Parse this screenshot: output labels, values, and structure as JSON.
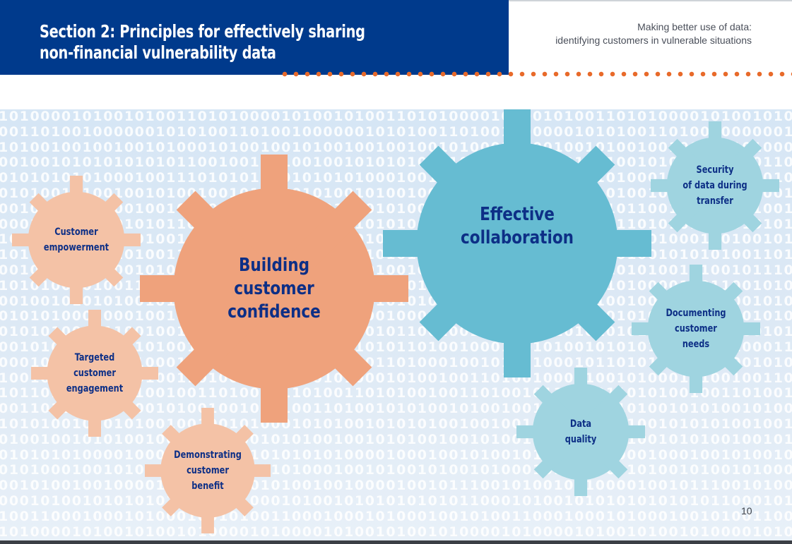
{
  "header": {
    "title_line1": "Section 2: Principles for effectively sharing",
    "title_line2": "non-financial vulnerability data",
    "subtitle_line1": "Making better use of data:",
    "subtitle_line2": "identifying customers in vulnerable situations",
    "banner_color": "#003a8c",
    "dot_color": "#e86a2a"
  },
  "background": {
    "pattern": "binary-digits",
    "rows": [
      "1010000101001010011010100001010010100110101000010100101001101010000101001010011",
      "0011010010000001010100110100100000010101001101001000000101010011010010000001010",
      "1010010010010010100010100100101001001001001010001010010010100100100100101000101",
      "0010010101010101011001001001001001010101010101100100100100100101010101010110010",
      "0101010101000100111010101010101010100010011101010101010101010001001110101010101",
      "0101001010010010100100101010010100101001001010010010101001010010100100101001001",
      "0010110010100100100101100101001011001010010010010110010100101100101001001001011",
      "0001010110101010110101011001010101101010101101010110010101011010101011010101100",
      "1010100100010010010101000100101010010001001001010100010010101001000100100101010",
      "1010100101010100110100010100111010010101010011010001010011101001010101001101000",
      "0010101010100101001011100101001010101001010010111001010010101010010100101110010",
      "1010100001001100101001000110101010000100110010100100011010101000010011001010010",
      "0010010101010010100001010000100100101010100101000010100001001001010101001010000",
      "0101010001000100101001010101010101000100010010100101010101010100010001001010010",
      "0101010010110010010101010101010101001011001001010101010101010100101100100101010",
      "0010101010101101001000110101001010101011010010001101010010101010110100100011010",
      "0001011010110100010010101100010110101101000100101011000101101011010001001010110",
      "1001010001010010011010010001100101000101001001101001000110010100010100100110100",
      "1011010011010100100110100101101001101010010011010010110100110101001001101001011",
      "0011010010101001010010010101001101001010100101001001010100110100101010010100100",
      "1010100101010100100100101000101010010101010010010010100010101001010101001001001",
      "0100100101010010010100100101010010010101001001010010010101001001010100100101001",
      "0101010100001000100101001010101010000100010010100101010101000010001001010010101",
      "0101000100101001010010100010100010010100101001010001010001001010010100101000101",
      "0010100100100001001011100101001001000010010111001010010010000100101110010100100",
      "0001010010101010101010110001010010101010101011000101001010101010101011000101001",
      "1001100010001010001001010011000100010100010010100110001000101000100101001100010",
      "1010000101001010010100001010000101001010010100001010000101001010010100001010000"
    ]
  },
  "gears": [
    {
      "id": "customer-empowerment",
      "lines": [
        "Customer",
        "empowerment"
      ],
      "color": "#f4c2a6"
    },
    {
      "id": "building-customer-confidence",
      "lines": [
        "Building",
        "customer",
        "confidence"
      ],
      "color": "#efa27c"
    },
    {
      "id": "targeted-customer-engagement",
      "lines": [
        "Targeted",
        "customer",
        "engagement"
      ],
      "color": "#f4c2a6"
    },
    {
      "id": "demonstrating-customer-benefit",
      "lines": [
        "Demonstrating",
        "customer",
        "benefit"
      ],
      "color": "#f4c2a6"
    },
    {
      "id": "effective-collaboration",
      "lines": [
        "Effective",
        "collaboration"
      ],
      "color": "#66bcd2"
    },
    {
      "id": "security-of-data-during-transfer",
      "lines": [
        "Security",
        "of data during",
        "transfer"
      ],
      "color": "#9fd4e0"
    },
    {
      "id": "documenting-customer-needs",
      "lines": [
        "Documenting",
        "customer",
        "needs"
      ],
      "color": "#9fd4e0"
    },
    {
      "id": "data-quality",
      "lines": [
        "Data",
        "quality"
      ],
      "color": "#9fd4e0"
    }
  ],
  "footer": {
    "page_number": "10"
  }
}
